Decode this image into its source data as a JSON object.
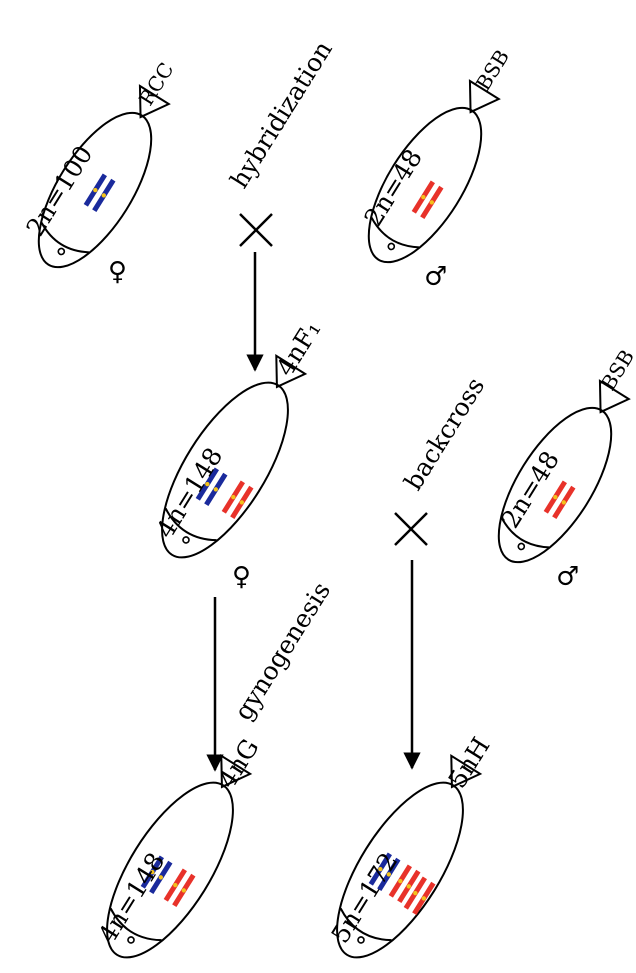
{
  "fish": {
    "rcc": {
      "name": "RCC",
      "count": "2n=100",
      "sex": "♀"
    },
    "bsb1": {
      "name": "BSB",
      "count": "2n=48",
      "sex": "♂"
    },
    "f1": {
      "name": "4nF₁",
      "count": "4n=148",
      "sex": "♀"
    },
    "bsb2": {
      "name": "BSB",
      "count": "2n=48",
      "sex": "♂"
    },
    "g": {
      "name": "4nG",
      "count": "4n=148"
    },
    "h": {
      "name": "5nH",
      "count": "5n=172"
    }
  },
  "processes": {
    "hybridization": "hybridization",
    "backcross": "backcross",
    "gynogenesis": "gynogenesis"
  },
  "colors": {
    "rcc_chromosome": "#1a2a9c",
    "bsb_chromosome": "#e8322a",
    "centromere": "#f2c21b",
    "line": "#000000"
  },
  "icons": {
    "cross": "cross-symbol",
    "arrow": "down-arrow"
  }
}
